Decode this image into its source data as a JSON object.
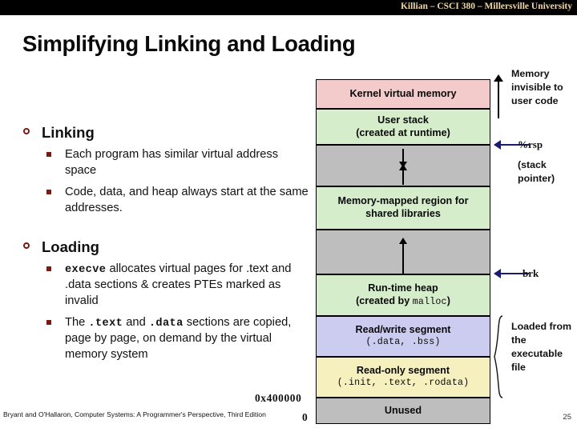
{
  "header": {
    "course_line": "Killian – CSCI 380 – Millersville University"
  },
  "slide": {
    "title": "Simplifying Linking and Loading",
    "page_number": "25",
    "credit": "Bryant and O'Hallaron, Computer Systems: A Programmer's Perspective, Third Edition"
  },
  "bullets": [
    {
      "level": 1,
      "text": "Linking",
      "marker": "hollow-circle-bullet"
    },
    {
      "level": 2,
      "text": "Each program has similar virtual address space",
      "marker": "square-bullet"
    },
    {
      "level": 2,
      "text": "Code, data, and heap always start at the same addresses.",
      "marker": "square-bullet"
    },
    {
      "level": 1,
      "text": "Loading",
      "marker": "hollow-circle-bullet"
    },
    {
      "level": 2,
      "marker": "square-bullet",
      "segments": [
        {
          "style": "mono",
          "text": "execve"
        },
        {
          "style": "plain",
          "text": " allocates virtual pages for .text and .data sections & creates PTEs marked as invalid"
        }
      ]
    },
    {
      "level": 2,
      "marker": "square-bullet",
      "segments": [
        {
          "style": "plain",
          "text": "The "
        },
        {
          "style": "mono",
          "text": ".text"
        },
        {
          "style": "plain",
          "text": " and "
        },
        {
          "style": "mono",
          "text": ".data"
        },
        {
          "style": "plain",
          "text": " sections are copied, page by page, on demand by the virtual memory system"
        }
      ]
    }
  ],
  "diagram": {
    "name": "process-virtual-address-space",
    "blocks": [
      {
        "id": "kernel",
        "line1": "Kernel virtual memory",
        "line2": "",
        "line2_mono": "",
        "color": "#F3CBCB"
      },
      {
        "id": "stack",
        "line1": "User stack",
        "line2": "(created at runtime)",
        "line2_mono": "",
        "color": "#D6EDCC"
      },
      {
        "id": "gap-stack",
        "line1": "",
        "line2": "",
        "line2_mono": "",
        "color": "#BEBEBE"
      },
      {
        "id": "mmap",
        "line1": "Memory-mapped region for",
        "line2": "shared libraries",
        "line2_mono": "",
        "color": "#D6EDCC"
      },
      {
        "id": "gap-heap",
        "line1": "",
        "line2": "",
        "line2_mono": "",
        "color": "#BEBEBE"
      },
      {
        "id": "heap",
        "line1": "Run-time heap",
        "line2": "(created by ",
        "line2_mono": "malloc",
        "line2_tail": ")",
        "color": "#D6EDCC"
      },
      {
        "id": "rw-segment",
        "line1": "Read/write segment",
        "line2": "",
        "line2_mono": "(.data, .bss)",
        "color": "#CCCCF0"
      },
      {
        "id": "ro-segment",
        "line1": "Read-only segment",
        "line2": "",
        "line2_mono": "(.init, .text, .rodata)",
        "color": "#F5F0BE"
      },
      {
        "id": "unused",
        "line1": "Unused",
        "line2": "",
        "line2_mono": "",
        "color": "#BEBEBE"
      }
    ],
    "addresses": [
      {
        "id": "ro-base",
        "label": "0x400000"
      },
      {
        "id": "zero",
        "label": "0"
      }
    ],
    "annotations": [
      {
        "id": "kernel-note",
        "text": "Memory invisible to user code",
        "arrow": "black-up-arrow"
      },
      {
        "id": "rsp-pointer",
        "text_mono": "%rsp",
        "text": "(stack pointer)",
        "arrow": "blue-left-arrow"
      },
      {
        "id": "brk-pointer",
        "text_mono": "brk",
        "text": "",
        "arrow": "blue-left-arrow"
      },
      {
        "id": "loaded-from-file",
        "text": "Loaded from the executable file",
        "arrow": "curly-brace"
      }
    ]
  },
  "colors": {
    "header_bar": "#000000",
    "header_text": "#F0D8A8",
    "bullet_marker": "#7A1A12",
    "pointer_arrow": "#1B1B6F"
  }
}
